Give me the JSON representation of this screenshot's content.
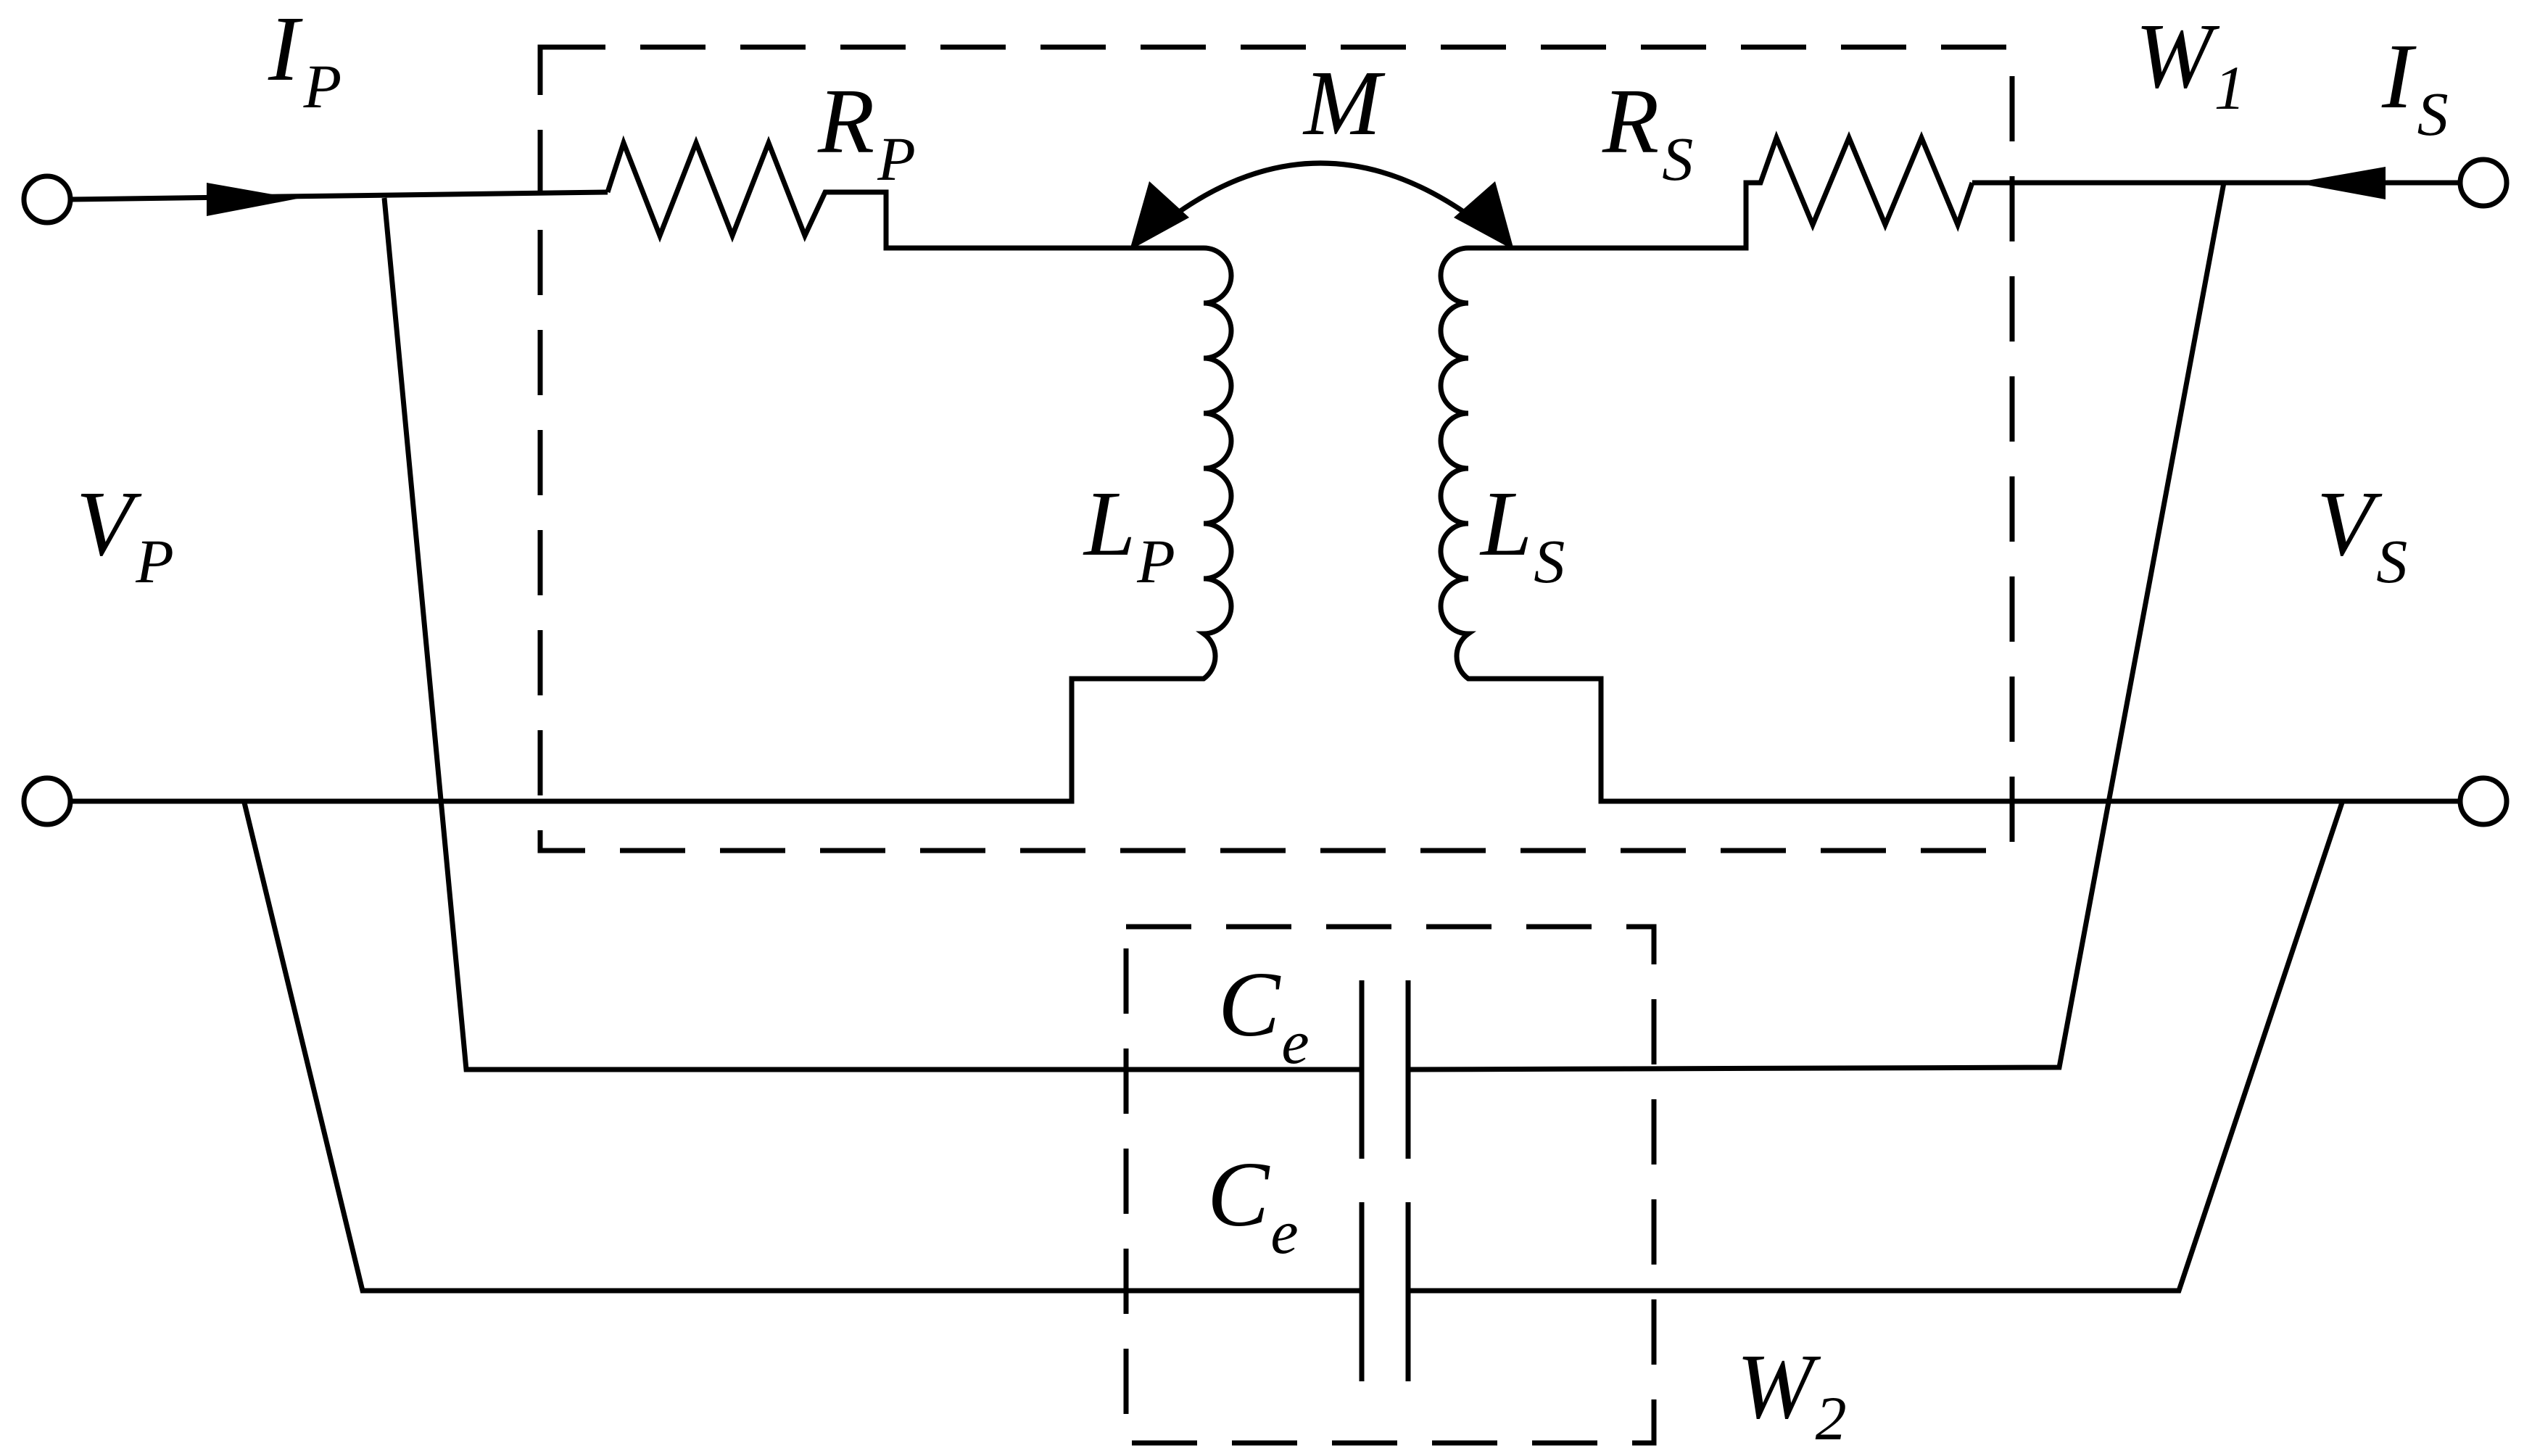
{
  "labels": {
    "ip": {
      "main": "I",
      "sub": "P"
    },
    "is": {
      "main": "I",
      "sub": "S"
    },
    "vp": {
      "main": "V",
      "sub": "P"
    },
    "vs": {
      "main": "V",
      "sub": "S"
    },
    "rp": {
      "main": "R",
      "sub": "P"
    },
    "rs": {
      "main": "R",
      "sub": "S"
    },
    "m": {
      "main": "M"
    },
    "lp": {
      "main": "L",
      "sub": "P"
    },
    "ls": {
      "main": "L",
      "sub": "S"
    },
    "w1": {
      "main": "W",
      "sub": "1"
    },
    "w2": {
      "main": "W",
      "sub": "2"
    },
    "ce1": {
      "main": "C",
      "sub": "e"
    },
    "ce2": {
      "main": "C",
      "sub": "e"
    }
  }
}
